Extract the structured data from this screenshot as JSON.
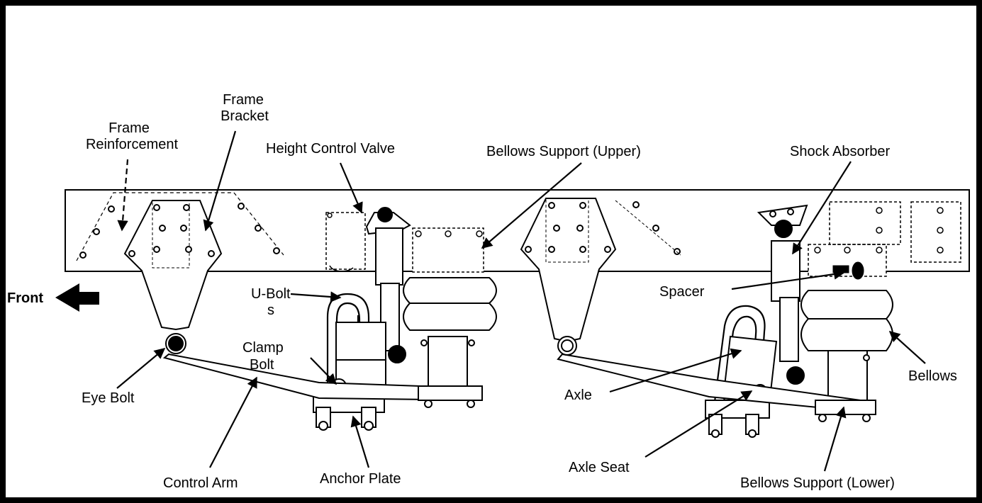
{
  "labels": {
    "frame_bracket_1": "Frame",
    "frame_bracket_2": "Bracket",
    "frame_reinforcement_1": "Frame",
    "frame_reinforcement_2": "Reinforcement",
    "height_control_valve": "Height Control Valve",
    "bellows_support_upper": "Bellows Support (Upper)",
    "shock_absorber": "Shock Absorber",
    "front": "Front",
    "u_bolts_1": "U-Bolt",
    "u_bolts_2": "s",
    "spacer": "Spacer",
    "clamp_bolt_1": "Clamp",
    "clamp_bolt_2": "Bolt",
    "bellows": "Bellows",
    "eye_bolt": "Eye Bolt",
    "axle": "Axle",
    "axle_seat": "Axle Seat",
    "control_arm": "Control Arm",
    "anchor_plate": "Anchor Plate",
    "bellows_support_lower": "Bellows Support (Lower)"
  }
}
